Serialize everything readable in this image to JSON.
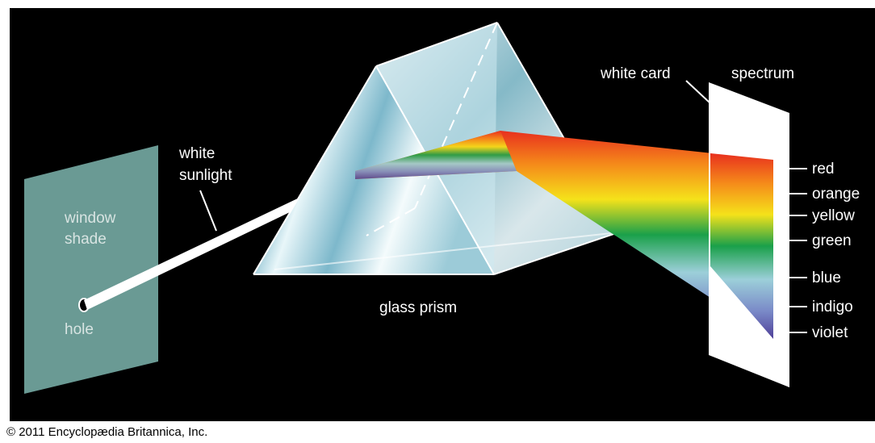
{
  "labels": {
    "white_card": "white card",
    "spectrum": "spectrum",
    "white_sunlight_line1": "white",
    "white_sunlight_line2": "sunlight",
    "window_shade_line1": "window",
    "window_shade_line2": "shade",
    "hole": "hole",
    "glass_prism": "glass prism"
  },
  "spectrum_colors": [
    {
      "name": "red",
      "color": "#e8301e"
    },
    {
      "name": "orange",
      "color": "#f58a1a"
    },
    {
      "name": "yellow",
      "color": "#f5e21a"
    },
    {
      "name": "green",
      "color": "#1aa04a"
    },
    {
      "name": "blue",
      "color": "#8fc8d8"
    },
    {
      "name": "indigo",
      "color": "#7a8ac8"
    },
    {
      "name": "violet",
      "color": "#5b4aa0"
    }
  ],
  "copyright": "© 2011 Encyclopædia Britannica, Inc.",
  "colors": {
    "background": "#000000",
    "window_shade": "#6a9a94",
    "card": "#ffffff",
    "prism": "#a8d4e0"
  }
}
